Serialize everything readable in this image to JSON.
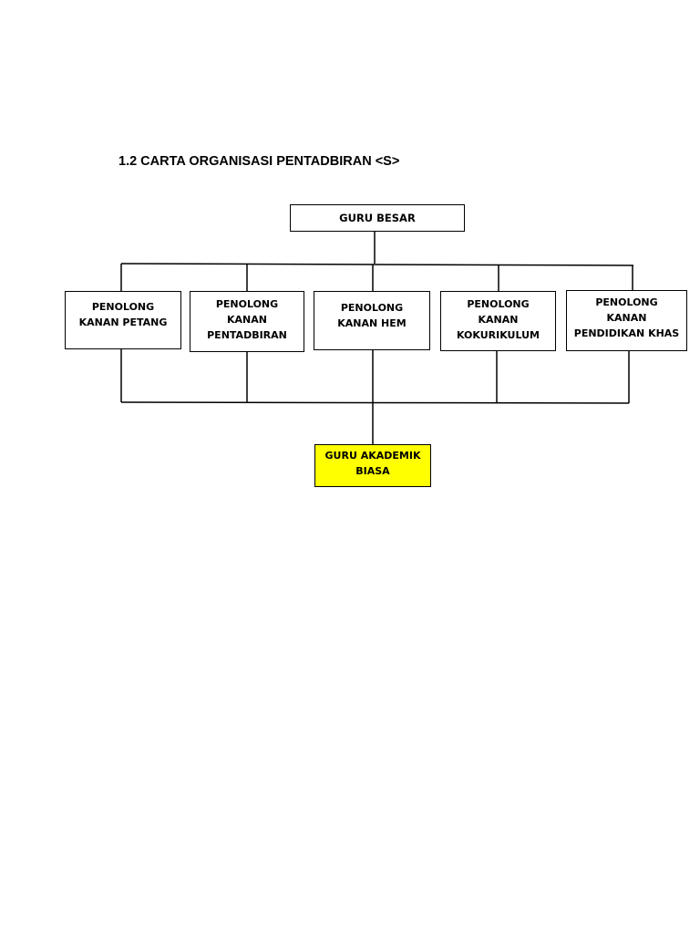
{
  "title": "1.2 CARTA ORGANISASI PENTADBIRAN <S>",
  "colors": {
    "line": "#000000",
    "box_border": "#000000",
    "highlight": "#ffff00"
  },
  "chart": {
    "head": {
      "label": "GURU BESAR"
    },
    "assistants": [
      {
        "label": "PENOLONG\nKANAN PETANG"
      },
      {
        "label": "PENOLONG\nKANAN\nPENTADBIRAN"
      },
      {
        "label": "PENOLONG\nKANAN HEM"
      },
      {
        "label": "PENOLONG\nKANAN\nKOKURIKULUM"
      },
      {
        "label": "PENOLONG\nKANAN\nPENDIDIKAN KHAS"
      }
    ],
    "staff": {
      "label": "GURU AKADEMIK\nBIASA"
    }
  }
}
